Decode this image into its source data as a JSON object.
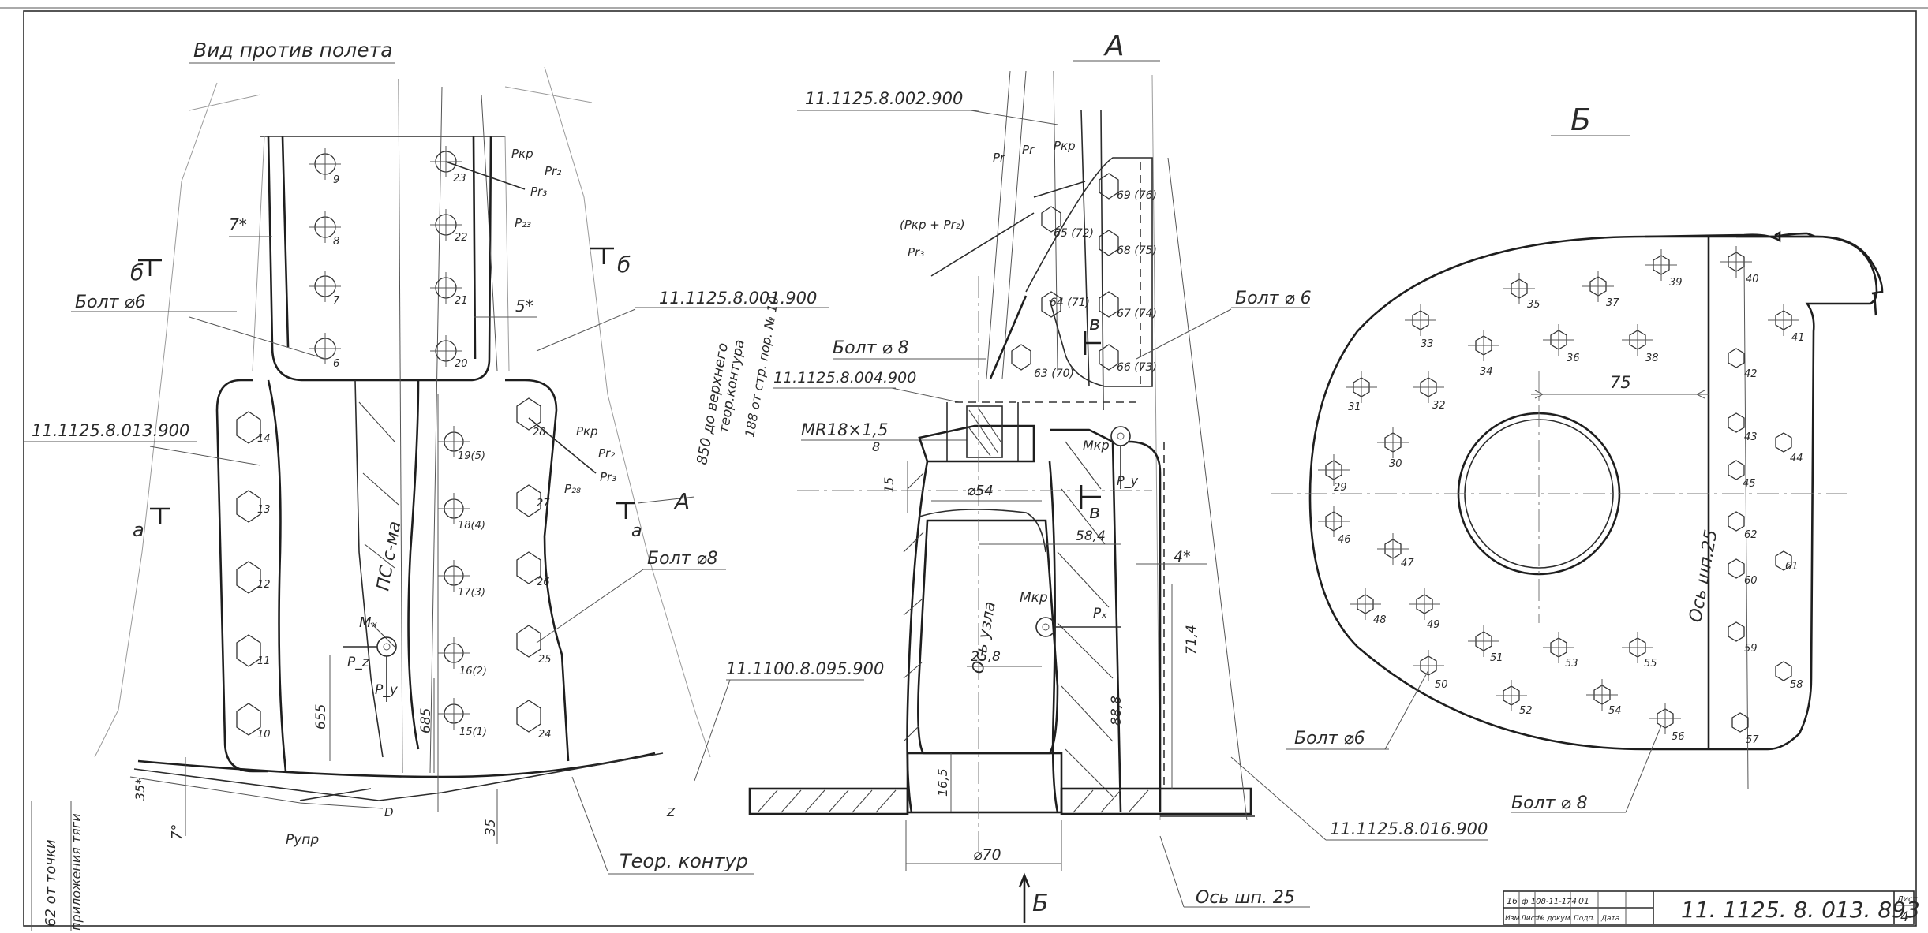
{
  "titles": {
    "view_title": "Вид против полета",
    "section_a": "А",
    "section_b": "Б"
  },
  "cut_marks": {
    "b_left": "б",
    "b_right": "б",
    "a_left": "а",
    "a_right": "а",
    "v_top": "в",
    "v_bottom": "в",
    "A_arrow": "А",
    "B_arrow": "Б"
  },
  "part_labels": {
    "p002": "11.1125.8.002.900",
    "p001": "11.1125.8.001.900",
    "p013": "11.1125.8.013.900",
    "p004": "11.1125.8.004.900",
    "p095": "11.1100.8.095.900",
    "p016": "11.1125.8.016.900"
  },
  "bolt_callouts": {
    "left_d6": "Болт ⌀6",
    "left_d8": "Болт ⌀8",
    "mid_d8": "Болт ⌀ 8",
    "mid_d6": "Болт ⌀ 6",
    "right_d6": "Болт ⌀6",
    "right_d8": "Болт ⌀ 8"
  },
  "annotations": {
    "ps_system": "ПС с-ма",
    "teor_kontur": "Теор. контур",
    "os_uzla": "Ось узла",
    "os_shp_bottom": "Ось шп. 25",
    "os_shp_right": "Ось шп.25",
    "thread": "MR18×1,5",
    "vertical_850": "850 до верхнего",
    "vertical_teor": "теор.контура",
    "vertical_188": "188 от стр. пор. № 10",
    "bottom_note_1": "62 от точки",
    "bottom_note_2": "приложения тяги"
  },
  "dimensions": {
    "d7": "7*",
    "d5": "5*",
    "d4": "4*",
    "d655": "655",
    "d685": "685",
    "d35a": "35*",
    "d35b": "35",
    "d7deg": "7°",
    "d8": "8",
    "d15": "15",
    "phi54": "⌀54",
    "d584": "58,4",
    "d258": "25,8",
    "d714": "71,4",
    "d888": "88,8",
    "d165": "16,5",
    "phi70": "⌀70",
    "d75": "75"
  },
  "forces": {
    "Mx": "Mₓ",
    "Pz": "P_z",
    "Py": "P_y",
    "Px": "Pₓ",
    "Mkr": "Mкр",
    "Mkr2": "Mкр",
    "Py2": "P_y",
    "Pkr": "Pкр",
    "Pkr2": "Pкр",
    "Pr2": "Pr₂",
    "Pr3": "Pr₃",
    "P23": "P₂₃",
    "P28": "P₂₈",
    "Pr2b": "Pr₂",
    "Pr3b": "Pr₃",
    "Pr_mid": "Pr",
    "Pr_mid2": "Pr",
    "Psum": "(Pкр + Pr₂)",
    "Pr3c": "Pr₃",
    "Pkr_mid": "Pкр",
    "Pupr": "Pупр",
    "D": "D",
    "Z": "Z"
  },
  "left_bolts": {
    "upper_left": [
      "9",
      "8",
      "7",
      "6"
    ],
    "upper_right": [
      "23",
      "22",
      "21",
      "20"
    ],
    "lower_left": [
      "14",
      "13",
      "12",
      "11",
      "10"
    ],
    "lower_mid": [
      "19(5)",
      "18(4)",
      "17(3)",
      "16(2)",
      "15(1)"
    ],
    "lower_right": [
      "28",
      "27",
      "26",
      "25",
      "24"
    ]
  },
  "middle_bolts": [
    "69 (76)",
    "65 (72)",
    "68 (75)",
    "64 (71)",
    "67 (74)",
    "66 (73)",
    "63 (70)"
  ],
  "right_bolts": [
    "35",
    "37",
    "39",
    "40",
    "33",
    "36",
    "38",
    "41",
    "34",
    "31",
    "32",
    "42",
    "30",
    "43",
    "44",
    "29",
    "45",
    "46",
    "47",
    "62",
    "61",
    "60",
    "48",
    "49",
    "51",
    "53",
    "55",
    "59",
    "50",
    "58",
    "52",
    "54",
    "56",
    "57"
  ],
  "title_block": {
    "drawing_number": "11. 1125. 8. 013. 893",
    "sheet_label": "Лист",
    "sheet_number": "4",
    "rev_row": [
      "16",
      "ф 108-11-174",
      "01",
      ""
    ],
    "head_row": [
      "Изм.",
      "Лист",
      "№ докум.",
      "Подп.",
      "Дата"
    ]
  },
  "colors": {
    "paper": "#ffffff",
    "ink": "#1e1e1e",
    "pencil": "#555555"
  }
}
